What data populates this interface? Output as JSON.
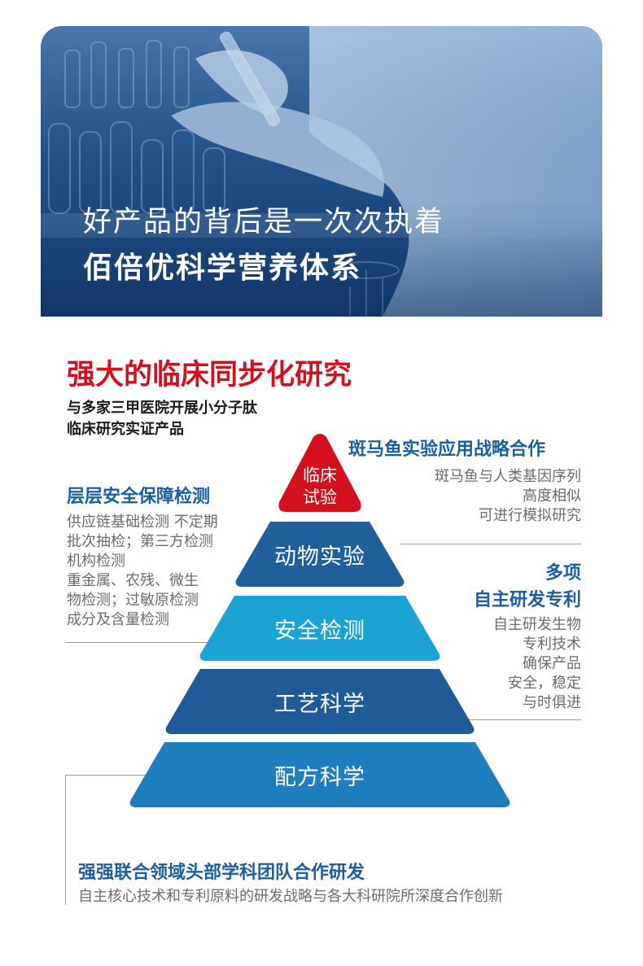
{
  "hero": {
    "line1": "好产品的背后是一次次执着",
    "line2": "佰倍优科学营养体系"
  },
  "section": {
    "title": "强大的临床同步化研究",
    "subtitle_line1": "与多家三甲医院开展小分子肽",
    "subtitle_line2": "临床研究实证产品"
  },
  "pyramid": {
    "top_line1": "临床",
    "top_line2": "试验",
    "layer2": "动物实验",
    "layer3": "安全检测",
    "layer4": "工艺科学",
    "layer5": "配方科学"
  },
  "zebrafish": {
    "title": "斑马鱼实验应用战略合作",
    "lines": [
      "斑马鱼与人类基因序列",
      "高度相似",
      "可进行模拟研究"
    ]
  },
  "safety": {
    "title": "层层安全保障检测",
    "lines": [
      "供应链基础检测 不定期",
      "批次抽检；第三方检测",
      "机构检测",
      "重金属、农残、微生",
      "物检测；过敏原检测",
      "成分及含量检测"
    ]
  },
  "patent": {
    "title_line1": "多项",
    "title_line2": "自主研发专利",
    "lines": [
      "自主研发生物",
      "专利技术",
      "确保产品",
      "安全，稳定",
      "与时俱进"
    ]
  },
  "team": {
    "title": "强强联合领域头部学科团队合作研发",
    "desc": "自主核心技术和专利原料的研发战略与各大科研院所深度合作创新"
  },
  "colors": {
    "red": "#d4101d",
    "heading_blue": "#1c5fa0",
    "layer_dark": "#1f5f9c",
    "layer_light": "#1ba3d4",
    "layer_navy": "#1e5b98"
  }
}
